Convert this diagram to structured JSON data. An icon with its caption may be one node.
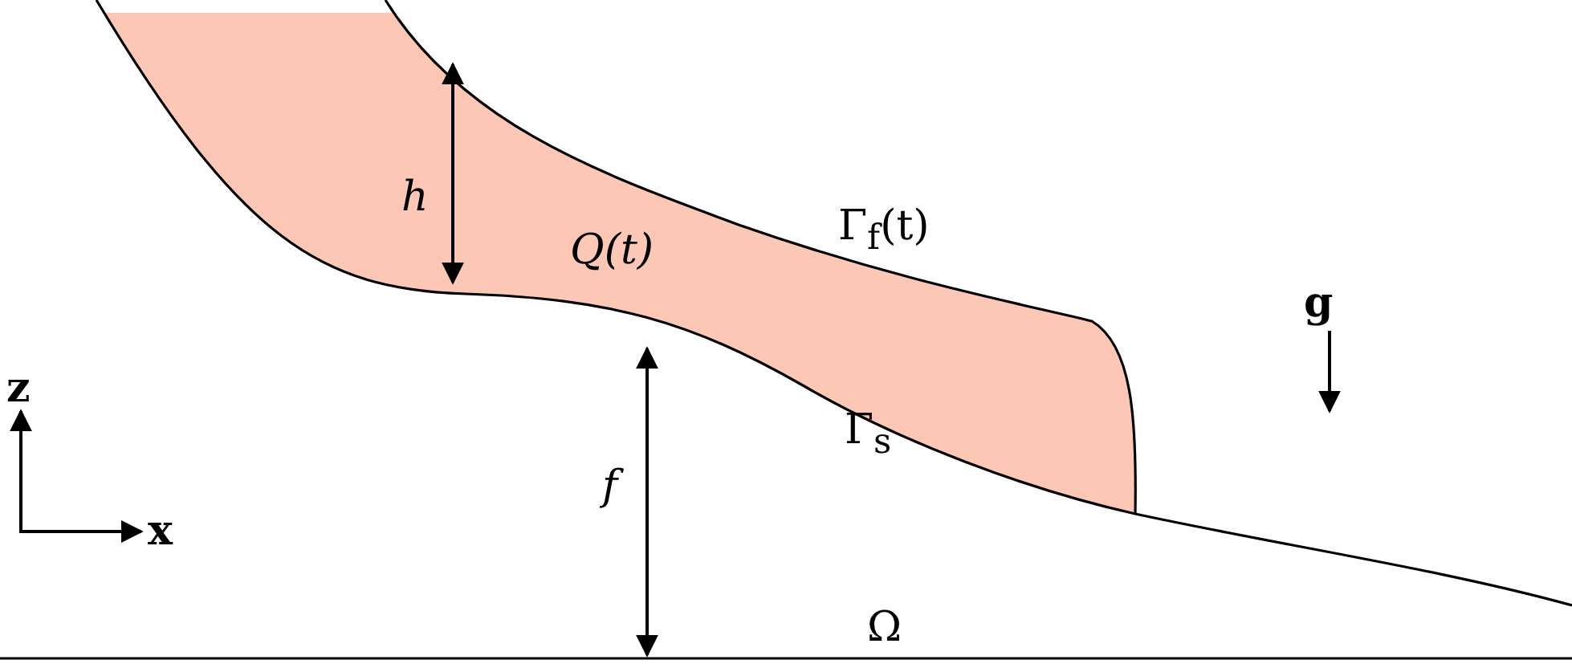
{
  "diagram": {
    "labels": [
      "h",
      "Q(t)",
      "Γ$_{f}$(t)",
      "g",
      "z",
      "Γ$_{s}$",
      "x",
      "f",
      "Ω"
    ]
  }
}
